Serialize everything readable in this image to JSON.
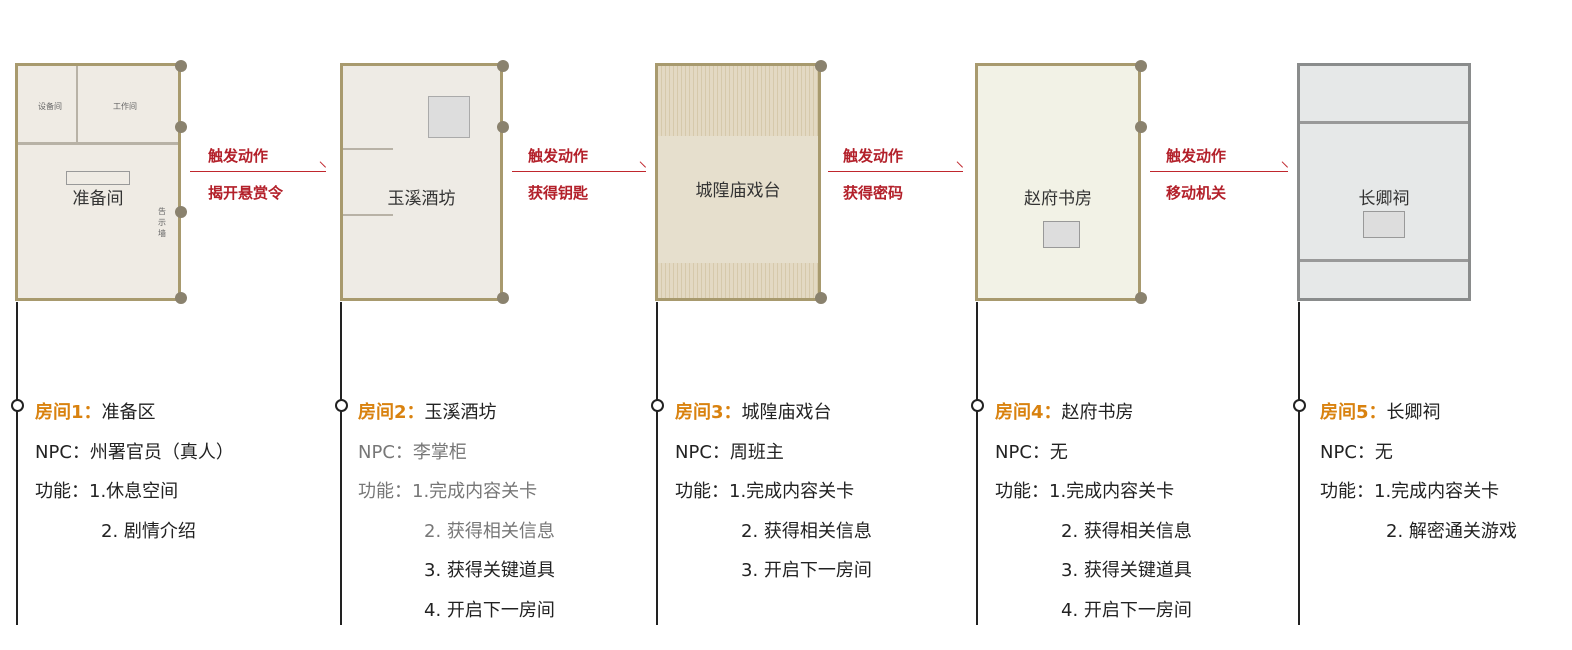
{
  "rooms": [
    {
      "plan_name": "准备间",
      "labels": [
        "设备间",
        "工作间",
        "告示墙"
      ],
      "title": "房间1",
      "colon": "：",
      "name": "准备区",
      "npc_label": "NPC：",
      "npc": "州署官员（真人）",
      "func_label": "功能：",
      "funcs": [
        "1.休息空间",
        "2. 剧情介绍"
      ]
    },
    {
      "plan_name": "玉溪酒坊",
      "title": "房间2",
      "colon": "：",
      "name": "玉溪酒坊",
      "npc_label": "NPC：",
      "npc": "李掌柜",
      "func_label": "功能：",
      "funcs": [
        "1.完成内容关卡",
        "2. 获得相关信息",
        "3. 获得关键道具",
        "4. 开启下一房间"
      ]
    },
    {
      "plan_name": "城隍庙戏台",
      "title": "房间3",
      "colon": "：",
      "name": "城隍庙戏台",
      "npc_label": "NPC：",
      "npc": "周班主",
      "func_label": "功能：",
      "funcs": [
        "1.完成内容关卡",
        "2. 获得相关信息",
        "3. 开启下一房间"
      ]
    },
    {
      "plan_name": "赵府书房",
      "title": "房间4",
      "colon": "：",
      "name": "赵府书房",
      "npc_label": "NPC：",
      "npc": "无",
      "func_label": "功能：",
      "funcs": [
        "1.完成内容关卡",
        "2. 获得相关信息",
        "3. 获得关键道具",
        "4. 开启下一房间"
      ]
    },
    {
      "plan_name": "长卿祠",
      "title": "房间5",
      "colon": "：",
      "name": "长卿祠",
      "npc_label": "NPC：",
      "npc": "无",
      "func_label": "功能：",
      "funcs": [
        "1.完成内容关卡",
        "2. 解密通关游戏"
      ]
    }
  ],
  "transitions": [
    {
      "label": "触发动作",
      "action": "揭开悬赏令"
    },
    {
      "label": "触发动作",
      "action": "获得钥匙"
    },
    {
      "label": "触发动作",
      "action": "获得密码"
    },
    {
      "label": "触发动作",
      "action": "移动机关"
    }
  ],
  "colors": {
    "title": "#d9820f",
    "trigger": "#c0272d"
  }
}
